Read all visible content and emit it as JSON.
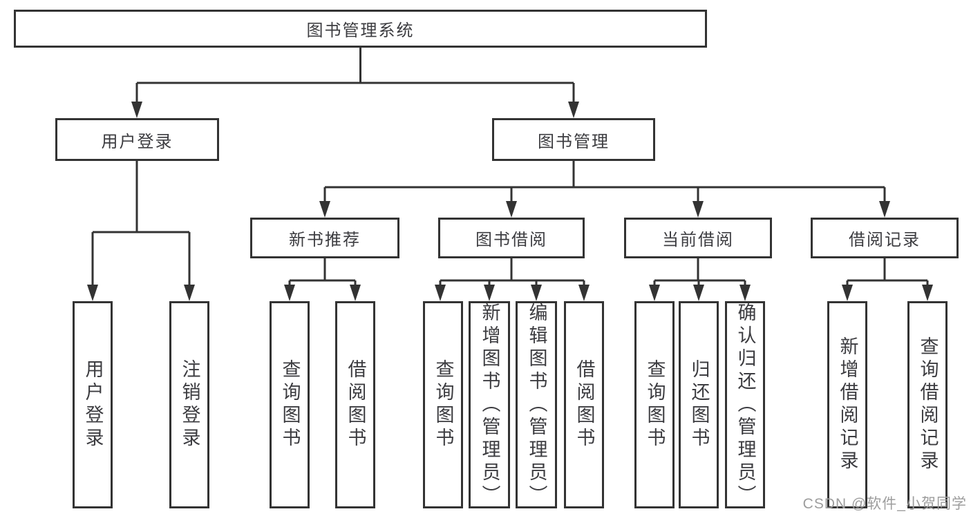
{
  "diagram_title": "图书管理系统",
  "watermark": "CSDN @软件_小贺同学",
  "colors": {
    "line": "#333333",
    "box_border": "#333333",
    "text": "#3c3c40",
    "watermark": "#9d9d9d",
    "background": "#ffffff"
  },
  "nodes": {
    "root": {
      "label": "图书管理系统"
    },
    "level2": [
      {
        "label": "用户登录"
      },
      {
        "label": "图书管理"
      }
    ],
    "level3": [
      {
        "label": "新书推荐",
        "parent": "图书管理"
      },
      {
        "label": "图书借阅",
        "parent": "图书管理"
      },
      {
        "label": "当前借阅",
        "parent": "图书管理"
      },
      {
        "label": "借阅记录",
        "parent": "图书管理"
      }
    ],
    "leaves": [
      {
        "label": "用户登录",
        "parent": "用户登录"
      },
      {
        "label": "注销登录",
        "parent": "用户登录"
      },
      {
        "label": "查询图书",
        "parent": "新书推荐"
      },
      {
        "label": "借阅图书",
        "parent": "新书推荐"
      },
      {
        "label": "查询图书",
        "parent": "图书借阅"
      },
      {
        "label": "新增图书（管理员）",
        "parent": "图书借阅"
      },
      {
        "label": "编辑图书（管理员）",
        "parent": "图书借阅"
      },
      {
        "label": "借阅图书",
        "parent": "图书借阅"
      },
      {
        "label": "查询图书",
        "parent": "当前借阅"
      },
      {
        "label": "归还图书",
        "parent": "当前借阅"
      },
      {
        "label": "确认归还（管理员）",
        "parent": "当前借阅"
      },
      {
        "label": "新增借阅记录",
        "parent": "借阅记录"
      },
      {
        "label": "查询借阅记录",
        "parent": "借阅记录"
      }
    ]
  }
}
